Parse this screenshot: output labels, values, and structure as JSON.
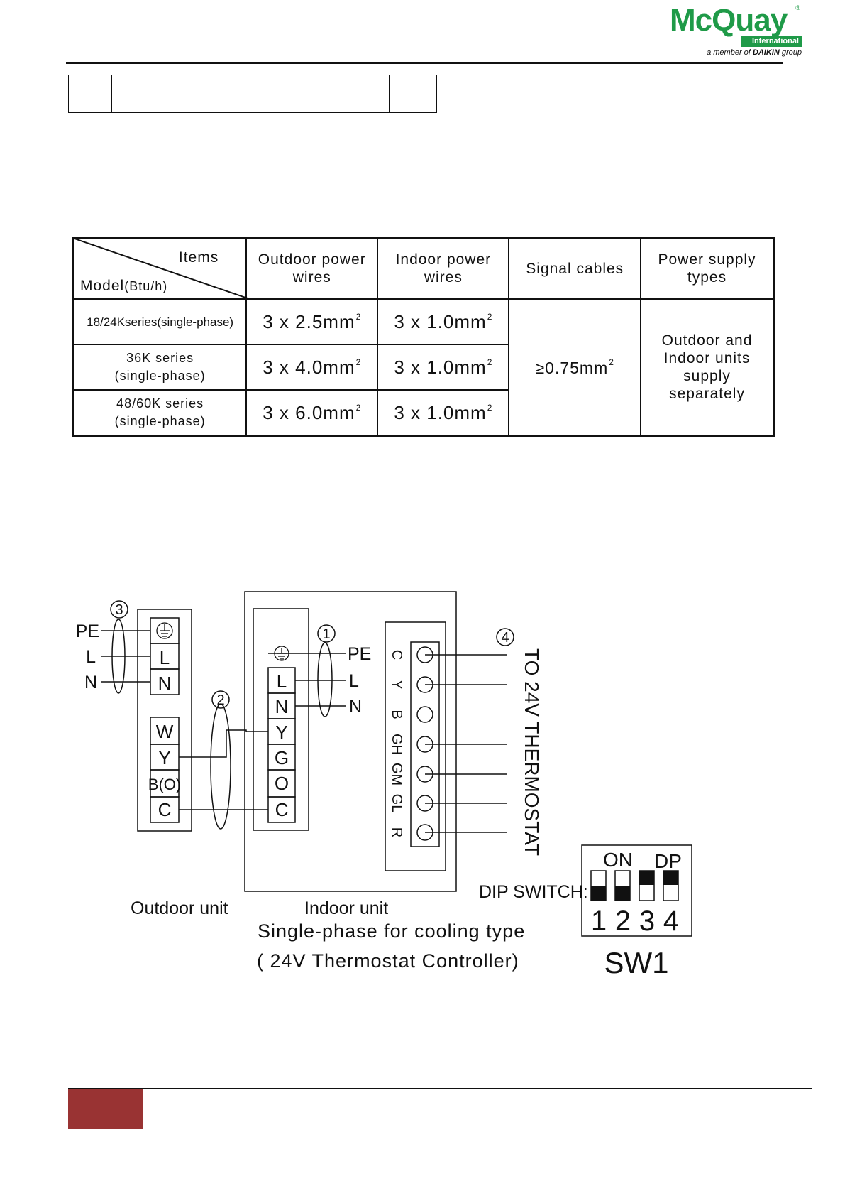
{
  "header": {
    "brand": "McQuay",
    "registered": "®",
    "international": "International",
    "member_prefix": "a member of ",
    "member_brand": "DAIKIN",
    "member_suffix": " group"
  },
  "spec_table": {
    "header": {
      "items": "Items",
      "model": "Model",
      "model_unit": "(Btu/h)",
      "outdoor": "Outdoor power wires",
      "indoor": "Indoor power wires",
      "signal": "Signal cables",
      "power_supply": "Power supply types"
    },
    "rows": [
      {
        "model": "18/24Kseries(single-phase)",
        "outdoor": "3 x 2.5mm",
        "indoor": "3 x 1.0mm"
      },
      {
        "model_line1": "36K series",
        "model_line2": "(single-phase)",
        "outdoor": "3 x 4.0mm",
        "indoor": "3 x 1.0mm"
      },
      {
        "model_line1": "48/60K series",
        "model_line2": "(single-phase)",
        "outdoor": "3 x 6.0mm",
        "indoor": "3 x 1.0mm"
      }
    ],
    "superscript": "2",
    "signal_value": "≥0.75mm",
    "power_supply_value": "Outdoor and Indoor units supply separately"
  },
  "diagram": {
    "outdoor_terminals_power": [
      "⏚",
      "L",
      "N"
    ],
    "outdoor_terminals_signal": [
      "W",
      "Y",
      "B(O)",
      "C"
    ],
    "outdoor_wire_labels": [
      "PE",
      "L",
      "N"
    ],
    "indoor_terminals": [
      "⏚",
      "L",
      "N",
      "Y",
      "G",
      "O",
      "C"
    ],
    "indoor_wire_labels": [
      "PE",
      "L",
      "N"
    ],
    "thermostat_terminals": [
      "C",
      "Y",
      "B",
      "GH",
      "GM",
      "GL",
      "R"
    ],
    "markers": [
      "1",
      "2",
      "3",
      "4"
    ],
    "thermostat_label": "TO 24V THERMOSTAT",
    "outdoor_unit_label": "Outdoor unit",
    "indoor_unit_label": "Indoor unit",
    "dip_label": "DIP SWITCH:",
    "dip_on": "ON",
    "dip_dp": "DP",
    "dip_numbers": [
      "1",
      "2",
      "3",
      "4"
    ],
    "dip_name": "SW1",
    "dip_positions": [
      "down",
      "down",
      "up",
      "up"
    ],
    "caption_line1": "Single-phase for cooling type",
    "caption_line2": "( 24V Thermostat Controller)"
  },
  "colors": {
    "brand_green": "#1f9a48",
    "footer_red": "#993333"
  }
}
